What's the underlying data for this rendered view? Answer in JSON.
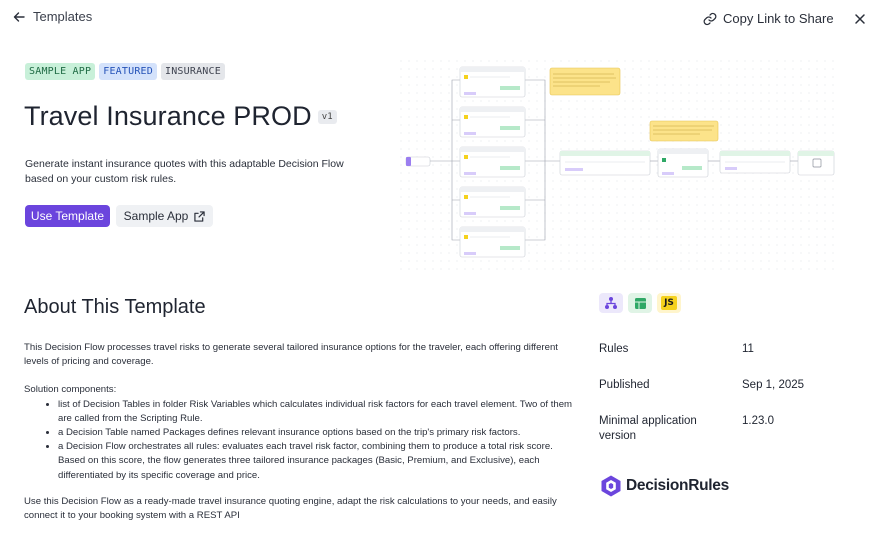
{
  "header": {
    "back_label": "Templates",
    "share_label": "Copy Link to Share"
  },
  "tags": [
    "SAMPLE APP",
    "FEATURED",
    "INSURANCE"
  ],
  "template": {
    "title": "Travel Insurance PROD",
    "version": "v1",
    "description": "Generate instant insurance quotes with this adaptable Decision Flow based on your custom risk rules.",
    "use_button": "Use Template",
    "sample_button": "Sample App"
  },
  "about": {
    "heading": "About This Template",
    "intro": "This Decision Flow processes travel risks to generate several tailored insurance options for the traveler, each offering different levels of pricing and coverage.",
    "components_heading": "Solution components:",
    "components": [
      "list of Decision Tables in folder Risk Variables which calculates individual risk factors for each travel element. Two of them are called from the Scripting Rule.",
      "a Decision Table named Packages defines relevant insurance options based on the trip's primary risk factors.",
      "a Decision Flow orchestrates all rules: evaluates each travel risk factor, combining them to produce a total risk score. Based on this score, the flow generates three tailored insurance packages (Basic, Premium, and Exclusive), each differentiated by its specific coverage and price."
    ],
    "outro": "Use this Decision Flow as a ready-made travel insurance quoting engine, adapt the risk calculations to your needs, and easily connect it to your booking system with a REST API"
  },
  "rule_types": [
    {
      "name": "decision-flow-icon",
      "color": "#6b45dd"
    },
    {
      "name": "decision-table-icon",
      "color": "#2fa866"
    },
    {
      "name": "javascript-icon",
      "label": "JS",
      "color": "#f5d21d"
    }
  ],
  "metadata": {
    "rules_label": "Rules",
    "rules_value": "11",
    "published_label": "Published",
    "published_value": "Sep 1, 2025",
    "min_version_label_line1": "Minimal application",
    "min_version_label_line2": "version",
    "min_version_value": "1.23.0"
  },
  "brand": {
    "name": "DecisionRules",
    "color": "#6b45dd"
  },
  "colors": {
    "accent": "#6b45dd",
    "tag_green": "#c8f0d9",
    "tag_blue": "#d4e2fb",
    "tag_gray": "#e4e6ea"
  }
}
